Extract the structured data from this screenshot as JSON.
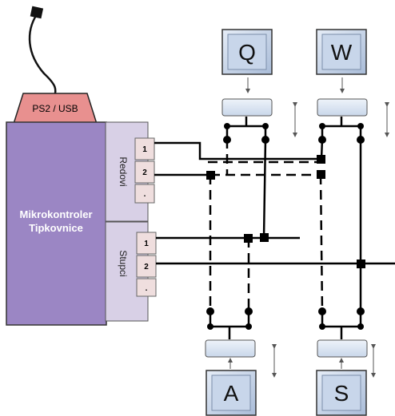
{
  "connector": {
    "label": "PS2 / USB"
  },
  "controller": {
    "line1": "Mikrokontroler",
    "line2": "Tipkovnice"
  },
  "rows_group": {
    "label": "Redovi",
    "pins": [
      "1",
      "2",
      "."
    ]
  },
  "cols_group": {
    "label": "Stupci",
    "pins": [
      "1",
      "2",
      "."
    ]
  },
  "keys": {
    "q": "Q",
    "w": "W",
    "a": "A",
    "s": "S"
  },
  "colors": {
    "connector_fill": "#e8908f",
    "controller_fill": "#9b86c4",
    "group_fill": "#d8d0e6",
    "pin_fill": "#efdede",
    "keycap_fill": "#c8d6ea",
    "switch_bar_fill": "#dbe6f4"
  }
}
